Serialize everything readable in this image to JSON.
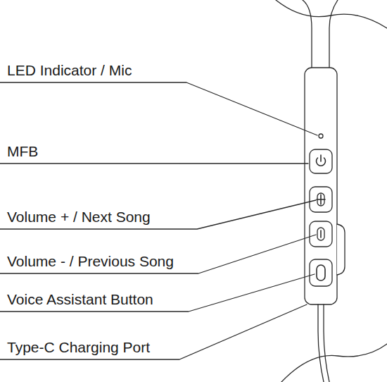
{
  "diagram": {
    "labels": [
      "LED Indicator / Mic",
      "MFB",
      "Volume + / Next Song",
      "Volume - / Previous Song",
      "Voice Assistant Button",
      "Type-C Charging Port"
    ]
  }
}
